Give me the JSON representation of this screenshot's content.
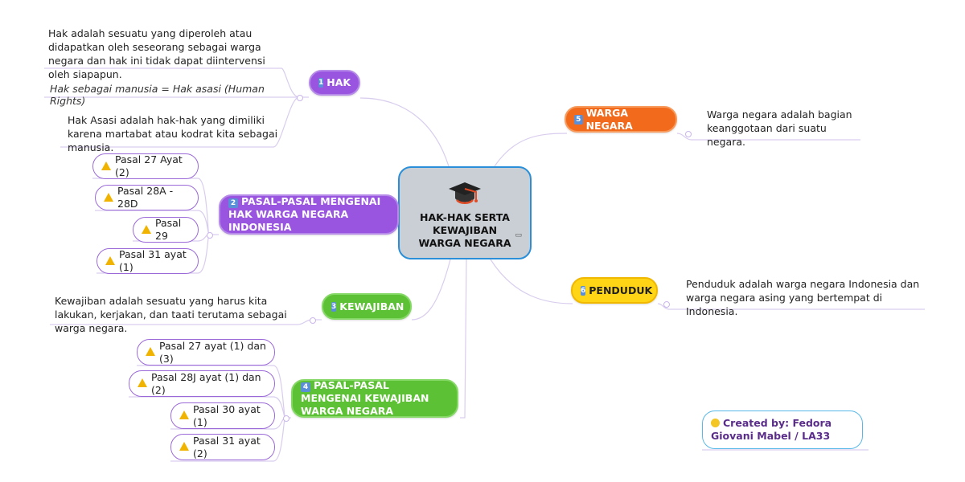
{
  "central": {
    "title": "HAK-HAK SERTA KEWAJIBAN WARGA NEGARA",
    "icon": "graduation-cap-icon"
  },
  "topics": {
    "hak": {
      "number": "1",
      "label": "HAK"
    },
    "pasal_hak": {
      "number": "2",
      "label": "PASAL-PASAL MENGENAI HAK WARGA NEGARA INDONESIA"
    },
    "kewajiban": {
      "number": "3",
      "label": "KEWAJIBAN"
    },
    "pasal_kewajiban": {
      "number": "4",
      "label": "PASAL-PASAL MENGENAI KEWAJIBAN WARGA NEGARA"
    },
    "warga_negara": {
      "number": "5",
      "label": "WARGA NEGARA"
    },
    "penduduk": {
      "number": "6",
      "label": "PENDUDUK"
    }
  },
  "hak_notes": {
    "definition": "Hak adalah sesuatu yang diperoleh atau didapatkan oleh seseorang sebagai warga negara dan hak ini tidak dapat diintervensi oleh siapapun.",
    "human_rights": "Hak sebagai manusia = Hak asasi (Human Rights)",
    "asasi": "Hak Asasi adalah hak-hak yang dimiliki karena martabat atau kodrat kita sebagai manusia."
  },
  "pasal_hak_items": [
    "Pasal 27 Ayat (2)",
    "Pasal 28A - 28D",
    "Pasal 29",
    "Pasal 31 ayat (1)"
  ],
  "kewajiban_note": "Kewajiban adalah sesuatu yang harus kita lakukan, kerjakan, dan taati terutama sebagai warga negara.",
  "pasal_kewajiban_items": [
    "Pasal 27 ayat (1) dan (3)",
    "Pasal 28J ayat (1) dan (2)",
    "Pasal 30 ayat (1)",
    "Pasal 31 ayat (2)"
  ],
  "warga_negara_note": "Warga negara adalah bagian keanggotaan dari suatu negara.",
  "penduduk_note": "Penduduk adalah warga negara Indonesia dan warga negara asing yang bertempat di Indonesia.",
  "credit": "Created by: Fedora Giovani Mabel / LA33",
  "colors": {
    "hak": "#9a55e0",
    "warga_negara": "#f26b1d",
    "kewajiban": "#5cc134",
    "penduduk": "#ffd515",
    "central_border": "#2a8fd8",
    "link": "#c9b6ea"
  }
}
